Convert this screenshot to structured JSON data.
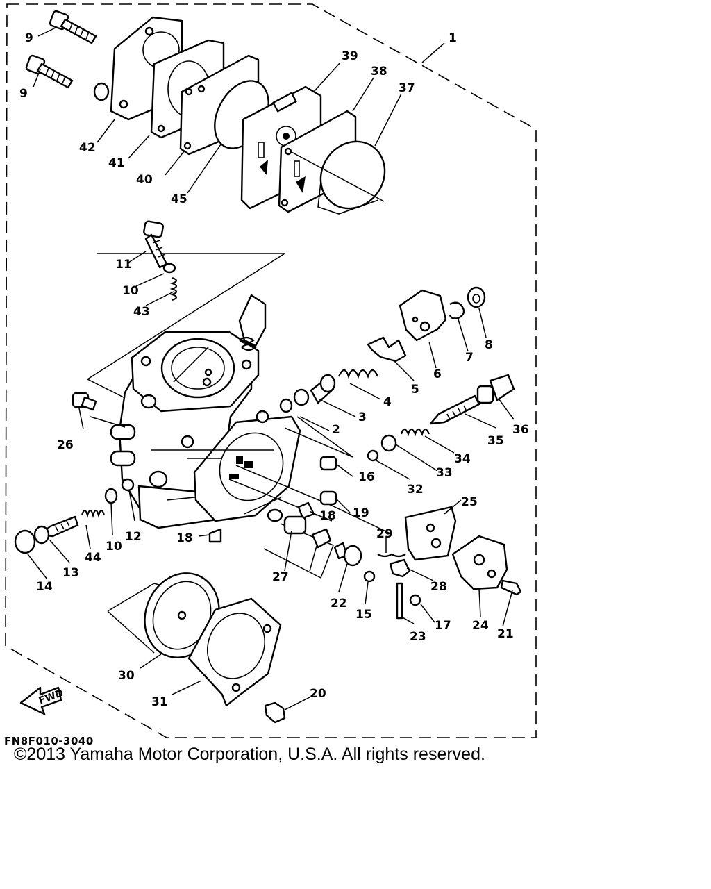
{
  "diagram": {
    "figure_code": "FN8F010-3040",
    "copyright": "©2013 Yamaha Motor Corporation, U.S.A. All rights reserved.",
    "fwd_label": "FWD",
    "callouts": [
      {
        "id": "c1",
        "label": "1"
      },
      {
        "id": "c2",
        "label": "2"
      },
      {
        "id": "c3",
        "label": "3"
      },
      {
        "id": "c4",
        "label": "4"
      },
      {
        "id": "c5",
        "label": "5"
      },
      {
        "id": "c6",
        "label": "6"
      },
      {
        "id": "c7",
        "label": "7"
      },
      {
        "id": "c8",
        "label": "8"
      },
      {
        "id": "c9a",
        "label": "9"
      },
      {
        "id": "c9b",
        "label": "9"
      },
      {
        "id": "c10a",
        "label": "10"
      },
      {
        "id": "c10b",
        "label": "10"
      },
      {
        "id": "c11",
        "label": "11"
      },
      {
        "id": "c12",
        "label": "12"
      },
      {
        "id": "c13",
        "label": "13"
      },
      {
        "id": "c14",
        "label": "14"
      },
      {
        "id": "c15",
        "label": "15"
      },
      {
        "id": "c16",
        "label": "16"
      },
      {
        "id": "c17",
        "label": "17"
      },
      {
        "id": "c18a",
        "label": "18"
      },
      {
        "id": "c18b",
        "label": "18"
      },
      {
        "id": "c19",
        "label": "19"
      },
      {
        "id": "c20",
        "label": "20"
      },
      {
        "id": "c21",
        "label": "21"
      },
      {
        "id": "c22",
        "label": "22"
      },
      {
        "id": "c23",
        "label": "23"
      },
      {
        "id": "c24",
        "label": "24"
      },
      {
        "id": "c25",
        "label": "25"
      },
      {
        "id": "c26",
        "label": "26"
      },
      {
        "id": "c27",
        "label": "27"
      },
      {
        "id": "c28",
        "label": "28"
      },
      {
        "id": "c29",
        "label": "29"
      },
      {
        "id": "c30",
        "label": "30"
      },
      {
        "id": "c31",
        "label": "31"
      },
      {
        "id": "c32",
        "label": "32"
      },
      {
        "id": "c33",
        "label": "33"
      },
      {
        "id": "c34",
        "label": "34"
      },
      {
        "id": "c35",
        "label": "35"
      },
      {
        "id": "c36",
        "label": "36"
      },
      {
        "id": "c37",
        "label": "37"
      },
      {
        "id": "c38",
        "label": "38"
      },
      {
        "id": "c39",
        "label": "39"
      },
      {
        "id": "c40",
        "label": "40"
      },
      {
        "id": "c41",
        "label": "41"
      },
      {
        "id": "c42",
        "label": "42"
      },
      {
        "id": "c43",
        "label": "43"
      },
      {
        "id": "c44",
        "label": "44"
      },
      {
        "id": "c45",
        "label": "45"
      }
    ]
  }
}
